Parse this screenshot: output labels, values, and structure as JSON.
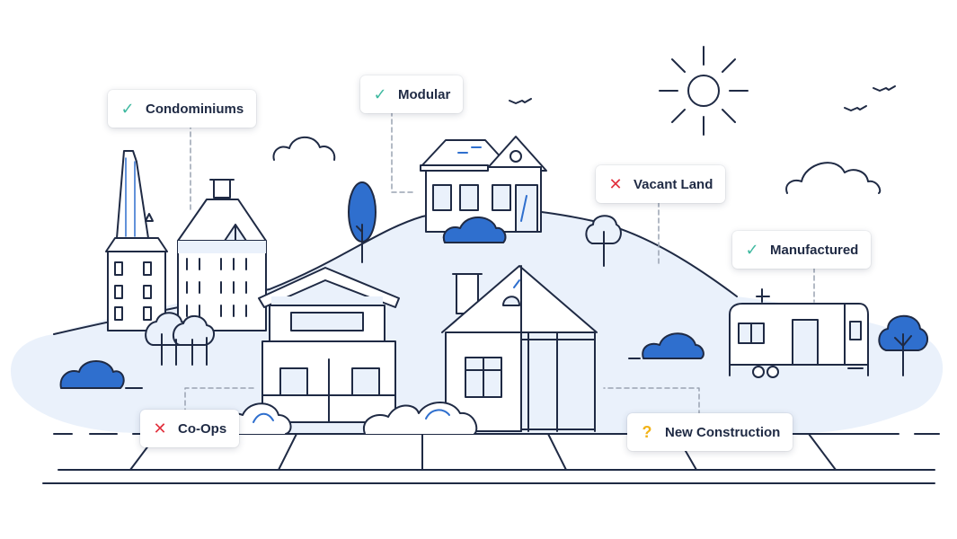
{
  "labels": {
    "condominiums": {
      "text": "Condominiums",
      "status": "check",
      "icon": "check-icon"
    },
    "modular": {
      "text": "Modular",
      "status": "check",
      "icon": "check-icon"
    },
    "vacant_land": {
      "text": "Vacant Land",
      "status": "cross",
      "icon": "cross-icon"
    },
    "manufactured": {
      "text": "Manufactured",
      "status": "check",
      "icon": "check-icon"
    },
    "co_ops": {
      "text": "Co-Ops",
      "status": "cross",
      "icon": "cross-icon"
    },
    "new_construction": {
      "text": "New Construction",
      "status": "question",
      "icon": "question-icon"
    }
  },
  "symbols": {
    "check": "✓",
    "cross": "✕",
    "question": "?"
  },
  "colors": {
    "line": "#1f2a44",
    "accent_blue": "#2f6fce",
    "light_fill": "#eaf1fb",
    "check_green": "#3fb9a0",
    "cross_red": "#e2323f",
    "question_yellow": "#f2b318",
    "sun": "#f1f2f4"
  }
}
